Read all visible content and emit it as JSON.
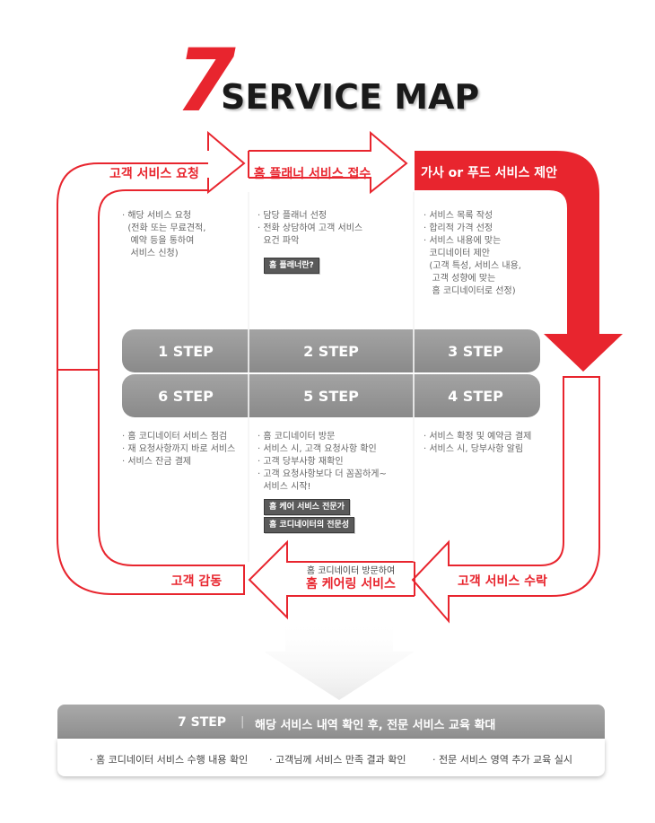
{
  "title": {
    "number": "7",
    "text": "SERVICE MAP"
  },
  "stages": {
    "request": "고객 서비스 요청",
    "receive": "홈 플래너 서비스 접수",
    "propose": "가사 or 푸드 서비스 제안",
    "accept": "고객 서비스 수락",
    "caring_sub": "홈 코디네이터 방문하여",
    "caring": "홈 케어링 서비스",
    "impress": "고객 감동"
  },
  "descriptions": {
    "step1": "· 해당 서비스 요청\n  (전화 또는 무료견적,\n   예약 등을 통하여\n   서비스 신청)",
    "step2": "· 담당 플래너 선정\n· 전화 상담하여 고객 서비스\n  요건 파악",
    "step3": "· 서비스 목록 작성\n· 합리적 가격 선정\n· 서비스 내용에 맞는\n  코디네이터 제안\n  (고객 특성, 서비스 내용,\n   고객 성향에 맞는\n   홈 코디네이터로 선정)",
    "step4": "· 서비스 확정 및 예약금 결제\n· 서비스 시, 당부사항 알림",
    "step5": "· 홈 코디네이터 방문\n· 서비스 시, 고객 요청사항 확인\n· 고객 당부사항 재확인\n· 고객 요청사항보다 더 꼼꼼하게~\n  서비스 시작!",
    "step6": "· 홈 코디네이터 서비스 점검\n· 재 요청사항까지 바로 서비스\n· 서비스 잔금 결제"
  },
  "tags": {
    "planner": "홈 플래너란?",
    "care_expert": "홈 케어 서비스 전문가",
    "coordinator_expertise": "홈 코디네이터의 전문성"
  },
  "steps": {
    "s1": "1 STEP",
    "s2": "2 STEP",
    "s3": "3 STEP",
    "s4": "4 STEP",
    "s5": "5 STEP",
    "s6": "6 STEP"
  },
  "step7": {
    "label": "7 STEP",
    "divider": "|",
    "title": "해당 서비스 내역 확인 후, 전문 서비스 교육 확대",
    "items": [
      "· 홈 코디네이터 서비스 수행 내용 확인",
      "· 고객님께 서비스 만족 결과 확인",
      "· 전문 서비스 영역 추가 교육 실시"
    ]
  },
  "colors": {
    "accent": "#e8252e",
    "step_bar": "#8f8f8f",
    "tag": "#5a5a5a"
  }
}
